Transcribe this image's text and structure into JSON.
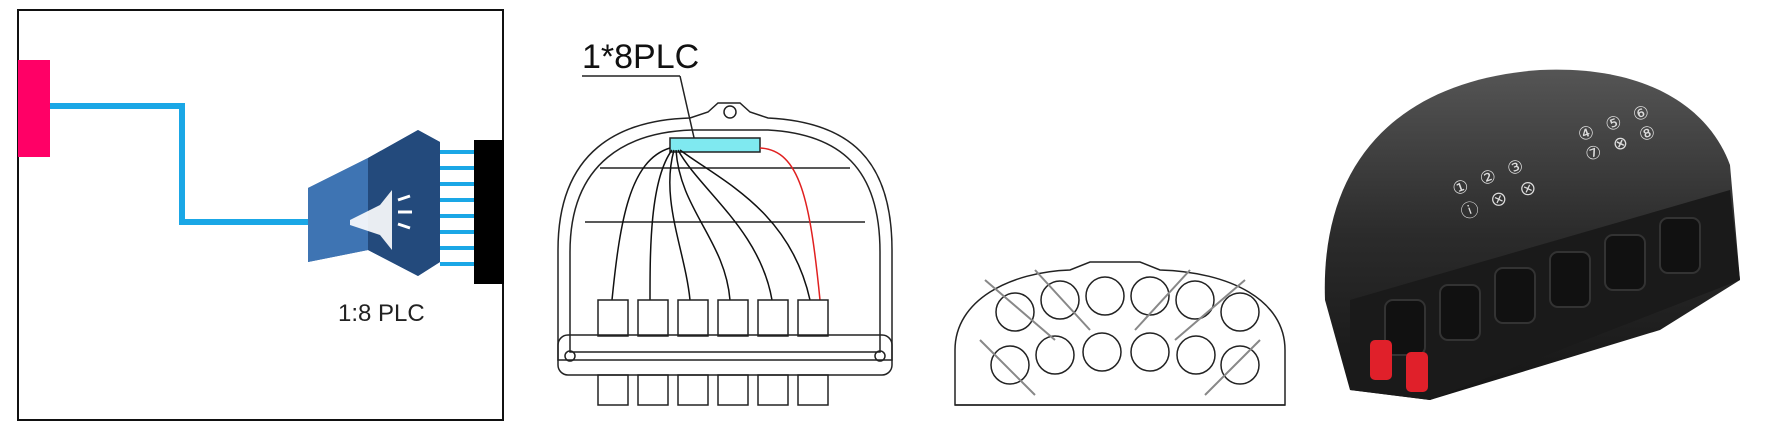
{
  "schematic": {
    "splitter_label": "1:8 PLC",
    "output_count": 8,
    "colors": {
      "input_block": "#ff0066",
      "fiber": "#1aa7e6",
      "splitter_body": "#2f5f9a",
      "output_bar": "#000000"
    }
  },
  "internal_view": {
    "title": "1*8PLC",
    "colors": {
      "plc_chip": "#7fe9f0",
      "red_fiber": "#e02020",
      "line": "#222222"
    }
  },
  "port_face": {
    "port_count": 12
  },
  "product_photo": {
    "top_labels": [
      "①",
      "②",
      "③",
      "ⓘ",
      "⊗",
      "⊗"
    ],
    "right_labels": [
      "④",
      "⑤",
      "⑥",
      "⑦",
      "⊗",
      "⑧"
    ],
    "colors": {
      "body": "#2b2b2b",
      "plug": "#e0202a"
    }
  }
}
